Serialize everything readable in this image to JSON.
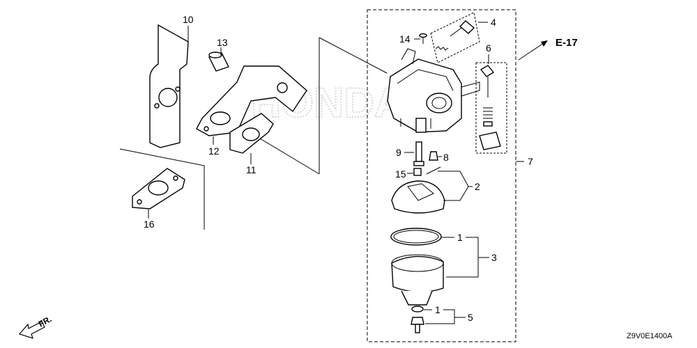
{
  "labels": {
    "p1a": "1",
    "p1b": "1",
    "p2": "2",
    "p3": "3",
    "p4": "4",
    "p5": "5",
    "p6": "6",
    "p7": "7",
    "p8": "8",
    "p9": "9",
    "p10": "10",
    "p11": "11",
    "p12": "12",
    "p13": "13",
    "p14": "14",
    "p15": "15",
    "p16": "16"
  },
  "reference": "E-17",
  "front_label": "FR.",
  "diagram_code": "Z9V0E1400A",
  "watermark": "HONDA"
}
